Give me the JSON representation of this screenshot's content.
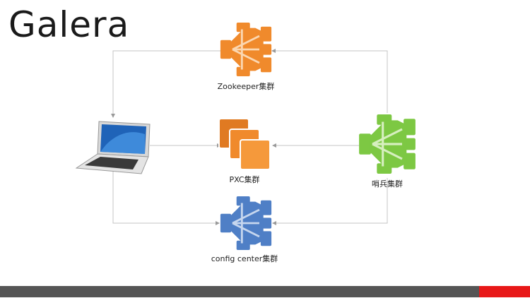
{
  "page": {
    "title": "Galera"
  },
  "nodes": {
    "zookeeper": {
      "label": "Zookeeper集群",
      "color": "#F08A2C"
    },
    "pxc": {
      "label": "PXC集群",
      "color": "#F08A2C"
    },
    "sentinel": {
      "label": "哨兵集群",
      "color": "#7DC843"
    },
    "config": {
      "label": "config center集群",
      "color": "#4F7FC6"
    },
    "client": {
      "icon": "laptop-icon"
    }
  },
  "icons": {
    "cluster": "network-hub-icon",
    "stack": "stacked-squares-icon",
    "laptop": "laptop-icon"
  },
  "colors": {
    "footer_bar": "#555555",
    "footer_accent": "#E81818",
    "connector": "#bfbfbf"
  }
}
